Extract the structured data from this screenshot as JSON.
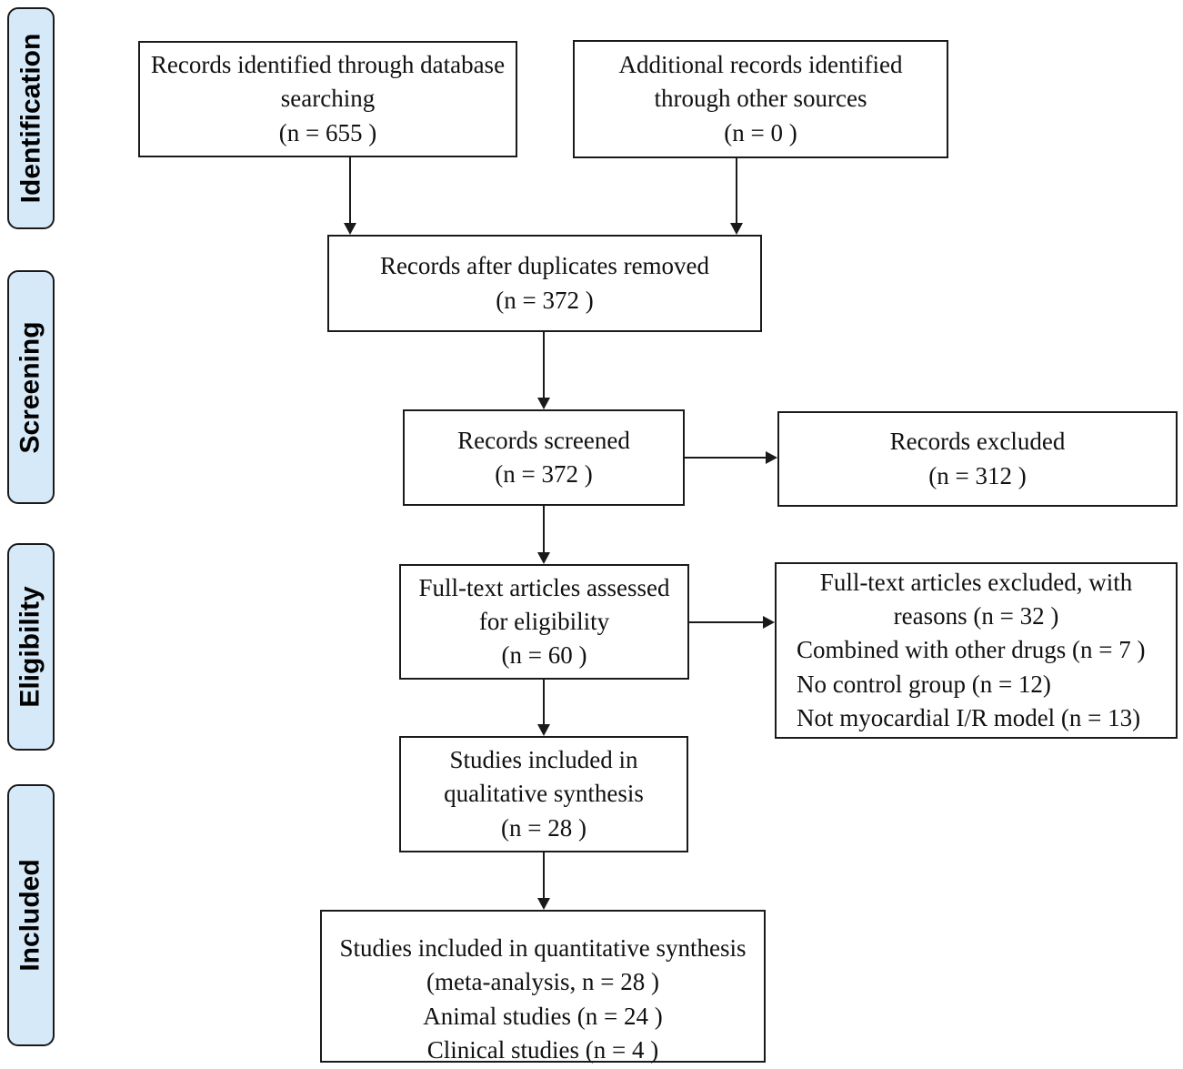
{
  "diagram_title": "PRISMA study selection flow diagram",
  "colors": {
    "stage_label_fill": "#d6e9f8",
    "line_color": "#1a1a1a",
    "text_color": "#111111"
  },
  "stage_labels": [
    {
      "label": "Identification"
    },
    {
      "label": "Screening"
    },
    {
      "label": "Eligibility"
    },
    {
      "label": "Included"
    }
  ],
  "boxes": {
    "database_search": {
      "lines": [
        "Records identified through database",
        "searching",
        "(n = 655 )"
      ]
    },
    "other_sources": {
      "lines": [
        "Additional records identified",
        "through other sources",
        "(n = 0 )"
      ]
    },
    "duplicates_removed": {
      "lines": [
        "Records after duplicates removed",
        "(n = 372 )"
      ]
    },
    "records_screened": {
      "lines": [
        "Records screened",
        "(n = 372 )"
      ]
    },
    "records_excluded": {
      "lines": [
        "Records excluded",
        "(n = 312 )"
      ]
    },
    "fulltext_assessed": {
      "lines": [
        "Full-text articles assessed",
        "for eligibility",
        "(n = 60 )"
      ]
    },
    "fulltext_excluded": {
      "title_lines": [
        "Full-text articles excluded, with",
        "reasons (n = 32 )"
      ],
      "reason_lines": [
        "Combined with other drugs (n = 7 )",
        "No control group (n = 12)",
        "Not myocardial I/R model (n = 13)"
      ]
    },
    "qualitative_synthesis": {
      "lines": [
        "Studies included in",
        "qualitative synthesis",
        "(n = 28 )"
      ]
    },
    "quantitative_synthesis": {
      "lines": [
        "Studies included in quantitative synthesis",
        "(meta-analysis, n = 28 )",
        "Animal studies (n = 24 )",
        "Clinical studies (n = 4 )"
      ]
    }
  }
}
